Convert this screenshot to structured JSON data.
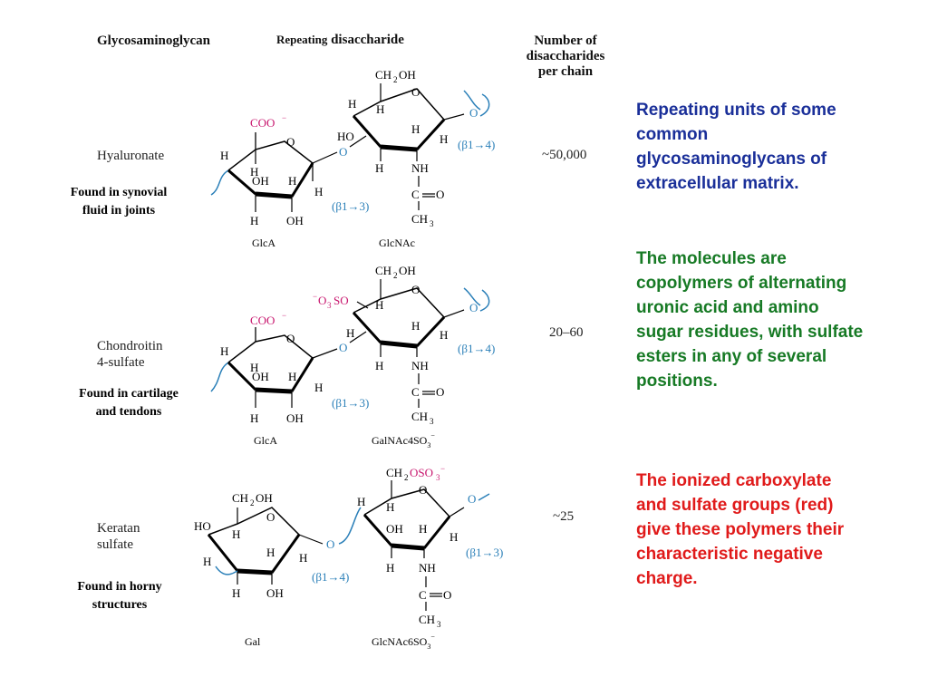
{
  "headers": {
    "col1": "Glycosaminoglycan",
    "col2_prefix": "Repeating",
    "col2_main": "disaccharide",
    "col3_line1": "Number of",
    "col3_line2": "disaccharides",
    "col3_line3": "per chain"
  },
  "rows": [
    {
      "name_line1": "Hyaluronate",
      "name_line2": "",
      "found_line1": "Found in synovial",
      "found_line2": "fluid in joints",
      "count": "~50,000",
      "sugar1": "GlcA",
      "sugar2": "GlcNAc",
      "link_in": "(β1→3)",
      "link_out": "(β1→4)"
    },
    {
      "name_line1": "Chondroitin",
      "name_line2": "4-sulfate",
      "found_line1": "Found in cartilage",
      "found_line2": "and tendons",
      "count": "20–60",
      "sugar1": "GlcA",
      "sugar2": "GalNAc4SO",
      "link_in": "(β1→3)",
      "link_out": "(β1→4)"
    },
    {
      "name_line1": "Keratan",
      "name_line2": "sulfate",
      "found_line1": "Found in horny",
      "found_line2": "structures",
      "count": "~25",
      "sugar1": "Gal",
      "sugar2": "GlcNAc6SO",
      "link_in": "(β1→4)",
      "link_out": "(β1→3)"
    }
  ],
  "notes": {
    "blue": "Repeating units of some common glycosaminoglycans of extracellular matrix.",
    "green": "The molecules are copolymers of alternating uronic acid and amino sugar residues, with sulfate esters in any of several positions.",
    "red": "The ionized carboxylate and sulfate groups (red) give these polymers their characteristic negative charge."
  },
  "colors": {
    "blue_note": "#1a2f99",
    "green_note": "#177a25",
    "red_note": "#e01a1a",
    "charge_magenta": "#c8166e",
    "linkage_blue": "#2a7fb8"
  }
}
